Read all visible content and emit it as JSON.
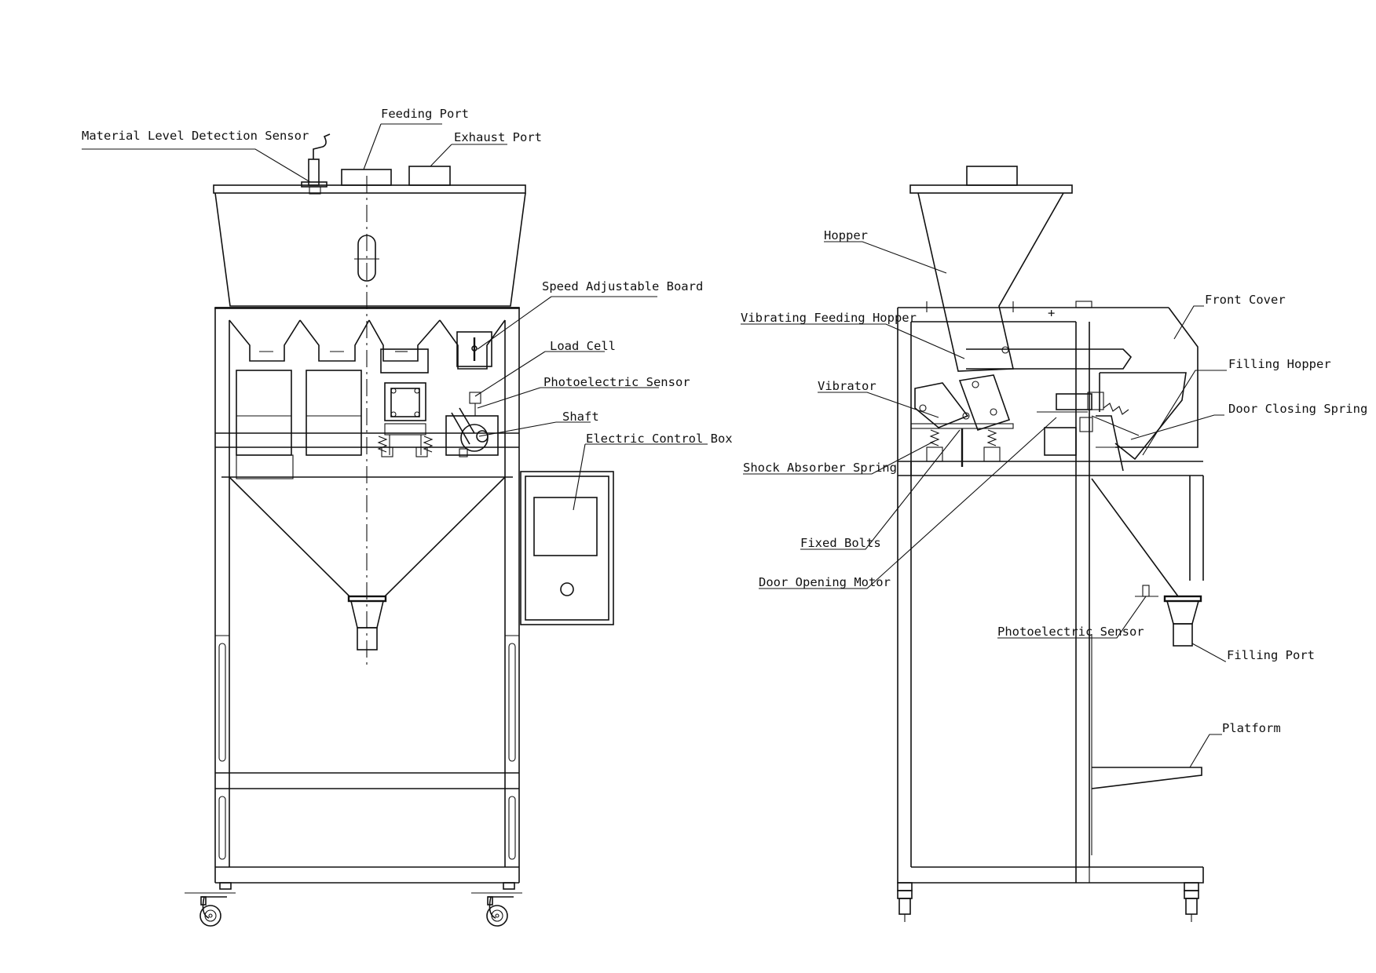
{
  "labels": {
    "material_level_sensor": "Material Level Detection Sensor",
    "feeding_port": "Feeding Port",
    "exhaust_port": "Exhaust Port",
    "speed_board": "Speed Adjustable Board",
    "load_cell": "Load Cell",
    "photoelectric_sensor_front": "Photoelectric Sensor",
    "shaft": "Shaft",
    "electric_control_box": "Electric Control Box",
    "hopper": "Hopper",
    "vibrating_feeding_hopper": "Vibrating Feeding Hopper",
    "vibrator": "Vibrator",
    "shock_absorber_spring": "Shock Absorber Spring",
    "fixed_bolts": "Fixed Bolts",
    "door_opening_motor": "Door Opening Motor",
    "front_cover": "Front Cover",
    "filling_hopper": "Filling Hopper",
    "door_closing_spring": "Door Closing Spring",
    "photoelectric_sensor_side": "Photoelectric Sensor",
    "filling_port": "Filling Port",
    "platform": "Platform"
  }
}
